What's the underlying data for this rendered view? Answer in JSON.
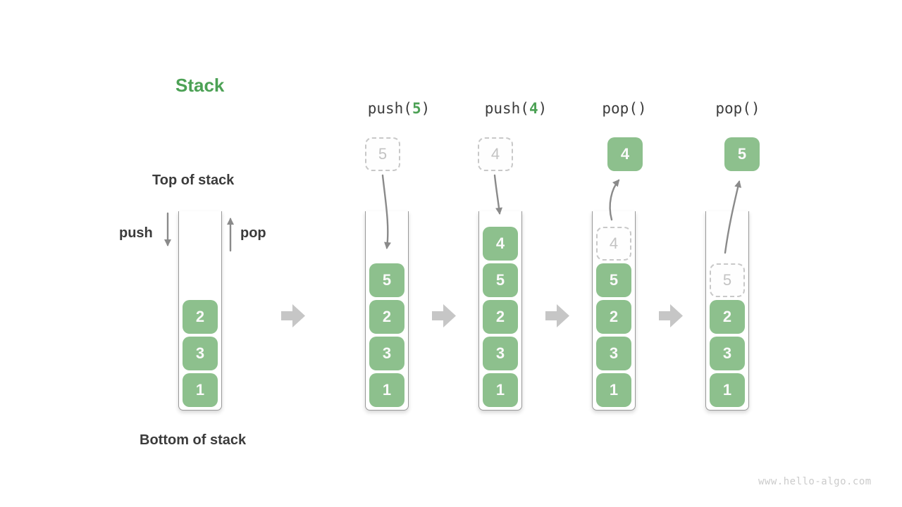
{
  "title": "Stack",
  "annotations": {
    "top_of_stack": "Top of stack",
    "bottom_of_stack": "Bottom of stack",
    "push_label": "push",
    "pop_label": "pop"
  },
  "operations": [
    {
      "pre": "push(",
      "arg": "5",
      "post": ")"
    },
    {
      "pre": "push(",
      "arg": "4",
      "post": ")"
    },
    {
      "pre": "pop()",
      "arg": "",
      "post": ""
    },
    {
      "pre": "pop()",
      "arg": "",
      "post": ""
    }
  ],
  "columns": [
    {
      "name": "initial",
      "blocks": [
        "2",
        "3",
        "1"
      ]
    },
    {
      "name": "after-push-5",
      "incoming": "5",
      "blocks": [
        "5",
        "2",
        "3",
        "1"
      ]
    },
    {
      "name": "after-push-4",
      "incoming": "4",
      "blocks": [
        "4",
        "5",
        "2",
        "3",
        "1"
      ]
    },
    {
      "name": "after-pop-4",
      "popped": "4",
      "ghost": "4",
      "blocks": [
        "5",
        "2",
        "3",
        "1"
      ]
    },
    {
      "name": "after-pop-5",
      "popped": "5",
      "ghost": "5",
      "blocks": [
        "2",
        "3",
        "1"
      ]
    }
  ],
  "colors": {
    "block_green": "#8dc08d",
    "accent_green": "#4ca155",
    "text_dark": "#3b3b3b",
    "arrow_gray": "#8a8a8a",
    "transition_arrow_gray": "#c6c6c6",
    "ghost_border_gray": "#c8c8c8"
  },
  "watermark": "www.hello-algo.com"
}
